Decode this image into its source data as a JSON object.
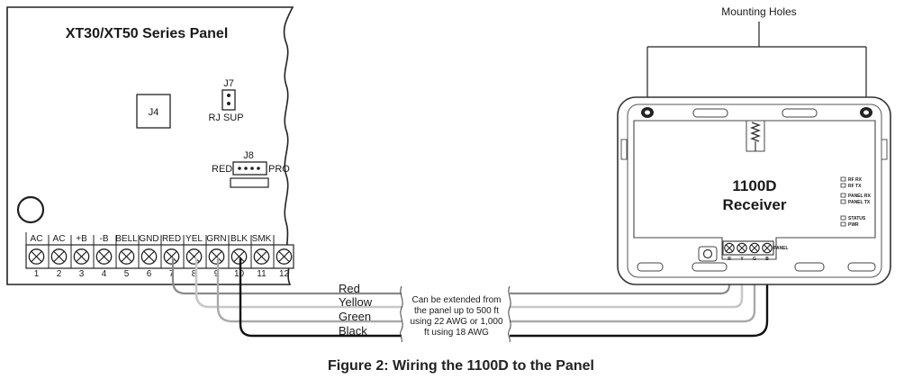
{
  "panel": {
    "title": "XT30/XT50 Series Panel",
    "j4": "J4",
    "j7": "J7",
    "rj_sup": "RJ SUP",
    "j8": "J8",
    "j8_left": "RED",
    "j8_right": "PRO",
    "terminals": [
      {
        "label": "AC",
        "number": "1"
      },
      {
        "label": "AC",
        "number": "2"
      },
      {
        "label": "+B",
        "number": "3"
      },
      {
        "label": "-B",
        "number": "4"
      },
      {
        "label": "BELL",
        "number": "5"
      },
      {
        "label": "GND",
        "number": "6"
      },
      {
        "label": "RED",
        "number": "7"
      },
      {
        "label": "YEL",
        "number": "8"
      },
      {
        "label": "GRN",
        "number": "9"
      },
      {
        "label": "BLK",
        "number": "10"
      },
      {
        "label": "SMK",
        "number": "11"
      },
      {
        "label": "",
        "number": "12"
      }
    ]
  },
  "wires": {
    "red": "Red",
    "yellow": "Yellow",
    "green": "Green",
    "black": "Black",
    "colors": {
      "red": "#8a8a8a",
      "yellow": "#c8c8c8",
      "green": "#a9a9a9",
      "black": "#111111"
    }
  },
  "extension_note": [
    "Can be extended from",
    "the panel up to 500 ft",
    "using 22 AWG or 1,000",
    "ft using 18 AWG"
  ],
  "receiver": {
    "mounting_holes": "Mounting Holes",
    "name_line1": "1100D",
    "name_line2": "Receiver",
    "leds": [
      "RF RX",
      "RF TX",
      "PANEL RX",
      "PANEL TX",
      "STATUS",
      "PWR"
    ],
    "terminal_label": "PANEL",
    "terminal_letters": [
      "R",
      "Y",
      "G",
      "B"
    ]
  },
  "caption": "Figure 2:  Wiring the 1100D to the Panel"
}
